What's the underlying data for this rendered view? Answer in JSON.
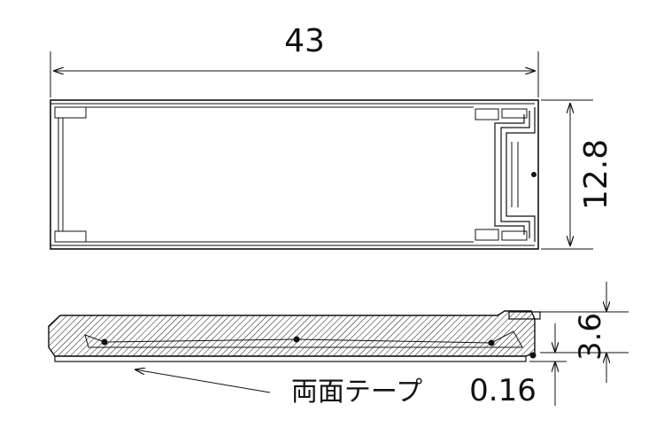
{
  "dimensions": {
    "length": "43",
    "height": "12.8",
    "thickness": "3.6",
    "tape_thickness": "0.16"
  },
  "labels": {
    "tape": "両面テープ"
  },
  "colors": {
    "line": "#111111",
    "background": "#ffffff"
  }
}
